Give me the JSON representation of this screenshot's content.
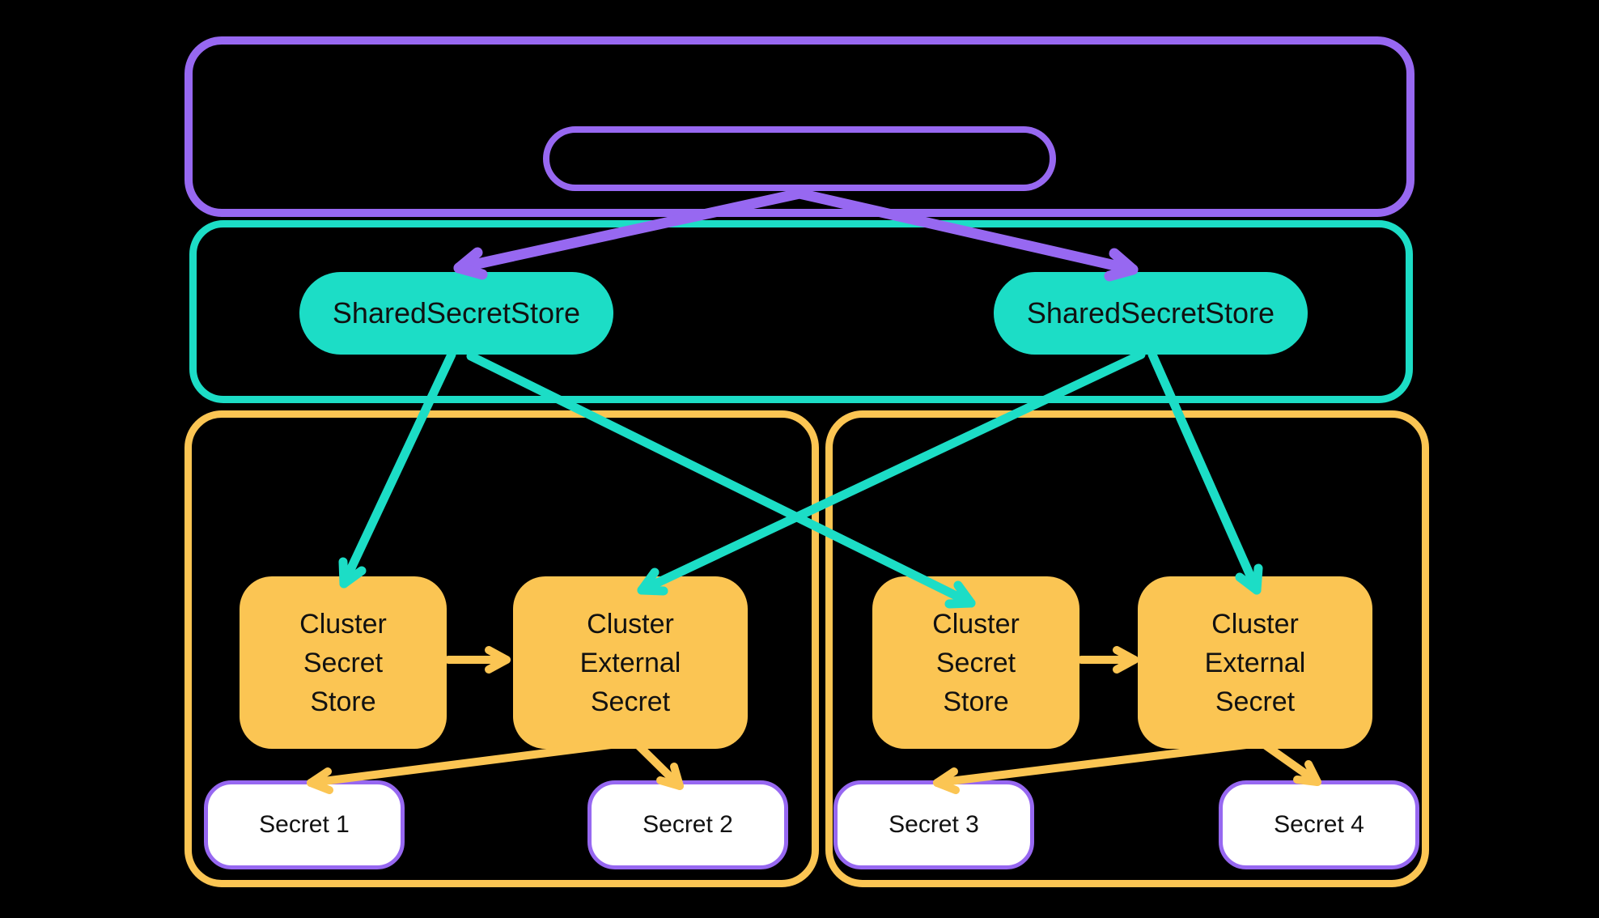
{
  "colors": {
    "background": "#000000",
    "purple": "#9768F1",
    "teal": "#1CDDC6",
    "orange": "#FBC553",
    "secret_bg": "#FFFFFF",
    "text": "#111111"
  },
  "diagram": {
    "shared_secret_stores": [
      {
        "label": "SharedSecretStore"
      },
      {
        "label": "SharedSecretStore"
      }
    ],
    "clusters": [
      {
        "cluster_secret_store": "Cluster\nSecret\nStore",
        "cluster_external_secret": "Cluster\nExternal\nSecret",
        "secrets": [
          {
            "label": "Secret 1"
          },
          {
            "label": "Secret 2"
          }
        ]
      },
      {
        "cluster_secret_store": "Cluster\nSecret\nStore",
        "cluster_external_secret": "Cluster\nExternal\nSecret",
        "secrets": [
          {
            "label": "Secret 3"
          },
          {
            "label": "Secret 4"
          }
        ]
      }
    ]
  }
}
